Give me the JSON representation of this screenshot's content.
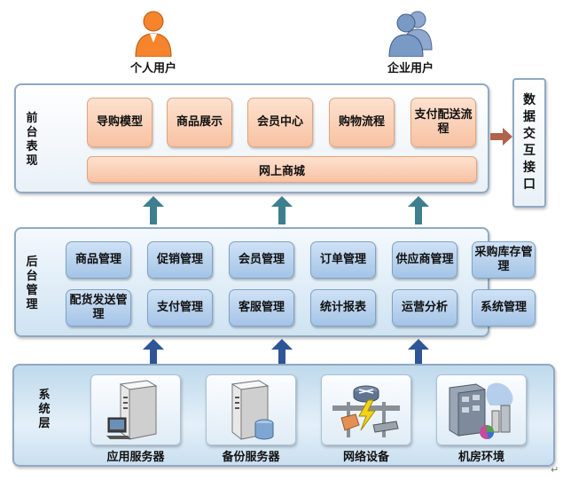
{
  "users": [
    {
      "label": "个人用户",
      "icon": "person-icon",
      "color": "#f5842d"
    },
    {
      "label": "企业用户",
      "icon": "group-icon",
      "color": "#7a9ac6"
    }
  ],
  "front": {
    "label": "前台表现",
    "modules": [
      "导购模型",
      "商品展示",
      "会员中心",
      "购物流程",
      "支付配送流程"
    ],
    "mall": "网上商城"
  },
  "interface": {
    "label": "数据交互接口"
  },
  "back": {
    "label": "后台管理",
    "row1": [
      "商品管理",
      "促销管理",
      "会员管理",
      "订单管理",
      "供应商管理",
      "采购库存管理"
    ],
    "row2": [
      "配货发送管理",
      "支付管理",
      "客服管理",
      "统计报表",
      "运营分析",
      "系统管理"
    ]
  },
  "system": {
    "label": "系统层",
    "items": [
      {
        "label": "应用服务器",
        "icon": "application-server-icon"
      },
      {
        "label": "备份服务器",
        "icon": "backup-server-icon"
      },
      {
        "label": "网络设备",
        "icon": "network-device-icon"
      },
      {
        "label": "机房环境",
        "icon": "datacenter-icon"
      }
    ]
  },
  "colors": {
    "front_box": "#f8c2a2",
    "back_box": "#a4c4e6",
    "arrow_up_1": "#3d7f8e",
    "arrow_up_2": "#2f5597",
    "arrow_right": "#b1624c"
  },
  "edit_mark": "↵"
}
